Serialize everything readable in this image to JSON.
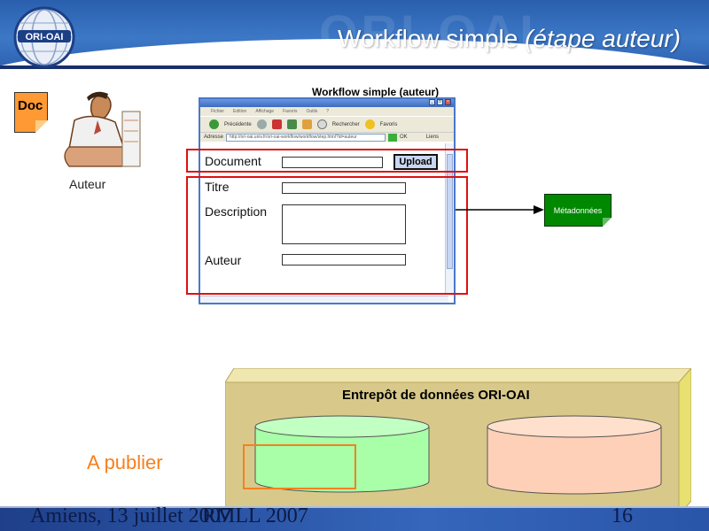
{
  "header": {
    "title_main": "Workflow simple",
    "title_italic": "(étape auteur)",
    "logo_text": "ORI-OAI"
  },
  "author": {
    "doc_label": "Doc",
    "person_label": "Auteur"
  },
  "browser": {
    "caption": "Workflow simple (auteur)",
    "menu": [
      "Fichier",
      "Edition",
      "Affichage",
      "Favoris",
      "Outils",
      "?"
    ],
    "toolbar": [
      "Précédente",
      "Rechercher",
      "Favoris"
    ],
    "address_label": "Adresse",
    "address_value": "http://ori-oai.univ.fr/ori-oai-workflow/workflow/step.html?id=auteur",
    "ok_label": "OK",
    "links_label": "Liens"
  },
  "form": {
    "document_label": "Document",
    "upload_label": "Upload",
    "titre_label": "Titre",
    "description_label": "Description",
    "auteur_label": "Auteur"
  },
  "metadata": {
    "label": "Métadonnées"
  },
  "warehouse": {
    "title": "Entrepôt de données ORI-OAI",
    "publish_label": "A publier"
  },
  "footer": {
    "text_a": "Amiens, 13 juillet 2007",
    "text_b": "RMLL 2007",
    "page_number": "16"
  },
  "colors": {
    "header_blue": "#3c78c6",
    "doc_orange": "#ff9933",
    "highlight_red": "#dd1111",
    "metadata_green": "#008800",
    "warehouse_tan": "#d8c98a",
    "db_green": "#a8ffa8",
    "db_pink": "#ffd0b8",
    "publish_orange": "#f58020"
  }
}
